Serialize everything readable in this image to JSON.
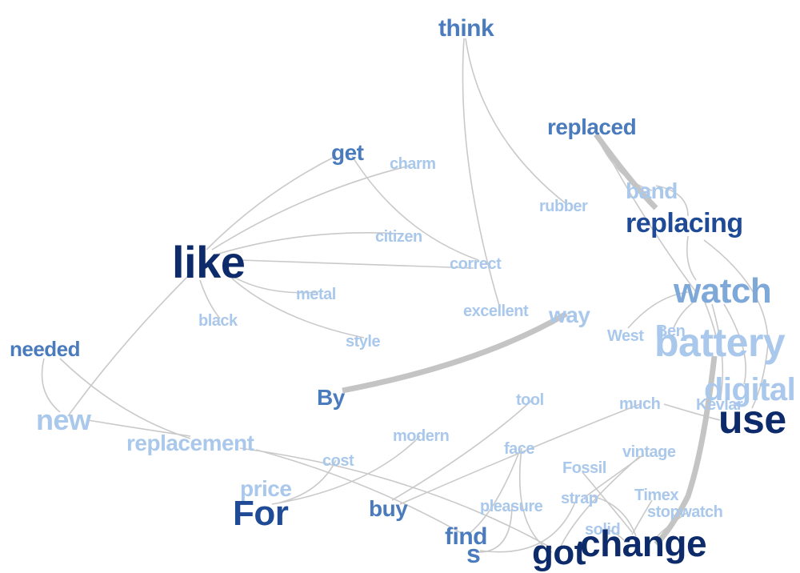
{
  "colors": {
    "darkest": "#0d2a6a",
    "dark": "#1e4a96",
    "medium": "#4a7bbd",
    "light": "#7ea8d8",
    "lightest": "#a9c8eb",
    "edge": "#c9c9c9"
  },
  "words": [
    {
      "id": "think",
      "text": "think",
      "tone": "medium"
    },
    {
      "id": "replaced",
      "text": "replaced",
      "tone": "medium"
    },
    {
      "id": "get",
      "text": "get",
      "tone": "medium"
    },
    {
      "id": "charm",
      "text": "charm",
      "tone": "lightest"
    },
    {
      "id": "band",
      "text": "band",
      "tone": "lightest"
    },
    {
      "id": "rubber",
      "text": "rubber",
      "tone": "lightest"
    },
    {
      "id": "replacing",
      "text": "replacing",
      "tone": "dark"
    },
    {
      "id": "citizen",
      "text": "citizen",
      "tone": "lightest"
    },
    {
      "id": "like",
      "text": "like",
      "tone": "darkest"
    },
    {
      "id": "correct",
      "text": "correct",
      "tone": "lightest"
    },
    {
      "id": "watch",
      "text": "watch",
      "tone": "light"
    },
    {
      "id": "metal",
      "text": "metal",
      "tone": "lightest"
    },
    {
      "id": "excellent",
      "text": "excellent",
      "tone": "lightest"
    },
    {
      "id": "way",
      "text": "way",
      "tone": "lightest"
    },
    {
      "id": "black",
      "text": "black",
      "tone": "lightest"
    },
    {
      "id": "West",
      "text": "West",
      "tone": "lightest"
    },
    {
      "id": "Ben",
      "text": "Ben",
      "tone": "lightest"
    },
    {
      "id": "battery",
      "text": "battery",
      "tone": "lightest"
    },
    {
      "id": "style",
      "text": "style",
      "tone": "lightest"
    },
    {
      "id": "needed",
      "text": "needed",
      "tone": "medium"
    },
    {
      "id": "By",
      "text": "By",
      "tone": "medium"
    },
    {
      "id": "digital",
      "text": "digital",
      "tone": "lightest"
    },
    {
      "id": "Kevlar",
      "text": "Kevlar",
      "tone": "lightest"
    },
    {
      "id": "tool",
      "text": "tool",
      "tone": "lightest"
    },
    {
      "id": "much",
      "text": "much",
      "tone": "lightest"
    },
    {
      "id": "use",
      "text": "use",
      "tone": "darkest"
    },
    {
      "id": "new",
      "text": "new",
      "tone": "lightest"
    },
    {
      "id": "modern",
      "text": "modern",
      "tone": "lightest"
    },
    {
      "id": "replacement",
      "text": "replacement",
      "tone": "lightest"
    },
    {
      "id": "face",
      "text": "face",
      "tone": "lightest"
    },
    {
      "id": "vintage",
      "text": "vintage",
      "tone": "lightest"
    },
    {
      "id": "cost",
      "text": "cost",
      "tone": "lightest"
    },
    {
      "id": "Fossil",
      "text": "Fossil",
      "tone": "lightest"
    },
    {
      "id": "price",
      "text": "price",
      "tone": "lightest"
    },
    {
      "id": "Timex",
      "text": "Timex",
      "tone": "lightest"
    },
    {
      "id": "strap",
      "text": "strap",
      "tone": "lightest"
    },
    {
      "id": "For",
      "text": "For",
      "tone": "dark"
    },
    {
      "id": "buy",
      "text": "buy",
      "tone": "medium"
    },
    {
      "id": "pleasure",
      "text": "pleasure",
      "tone": "lightest"
    },
    {
      "id": "stopwatch",
      "text": "stopwatch",
      "tone": "lightest"
    },
    {
      "id": "solid",
      "text": "solid",
      "tone": "lightest"
    },
    {
      "id": "find",
      "text": "find",
      "tone": "medium"
    },
    {
      "id": "change",
      "text": "change",
      "tone": "darkest"
    },
    {
      "id": "s",
      "text": "s",
      "tone": "medium"
    },
    {
      "id": "got",
      "text": "got",
      "tone": "darkest"
    }
  ]
}
